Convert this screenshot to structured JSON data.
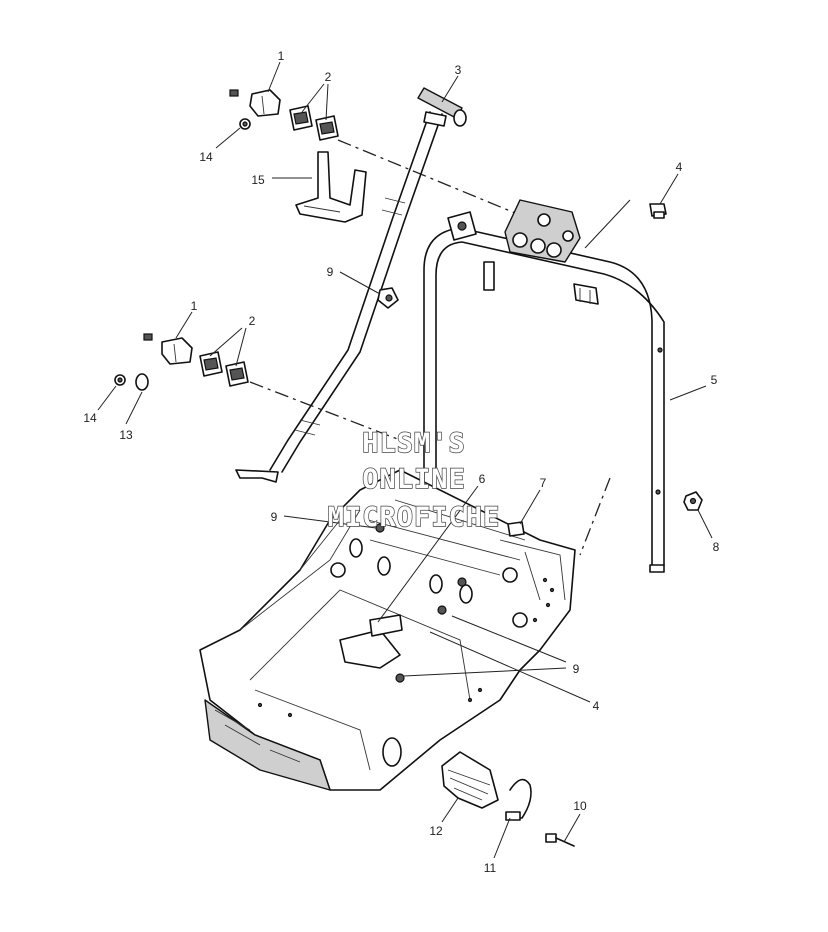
{
  "watermark": {
    "line1": "HLSM'S",
    "line2": "ONLINE",
    "line3": "MICROFICHE"
  },
  "callouts": {
    "c1_top": "1",
    "c2_top": "2",
    "c3": "3",
    "c4_top": "4",
    "c14_top": "14",
    "c15": "15",
    "c9_upper": "9",
    "c1_mid": "1",
    "c2_mid": "2",
    "c14_mid": "14",
    "c13": "13",
    "c5": "5",
    "c6": "6",
    "c7": "7",
    "c8": "8",
    "c9_left": "9",
    "c9_right": "9",
    "c4_low": "4",
    "c10": "10",
    "c11": "11",
    "c12": "12"
  }
}
